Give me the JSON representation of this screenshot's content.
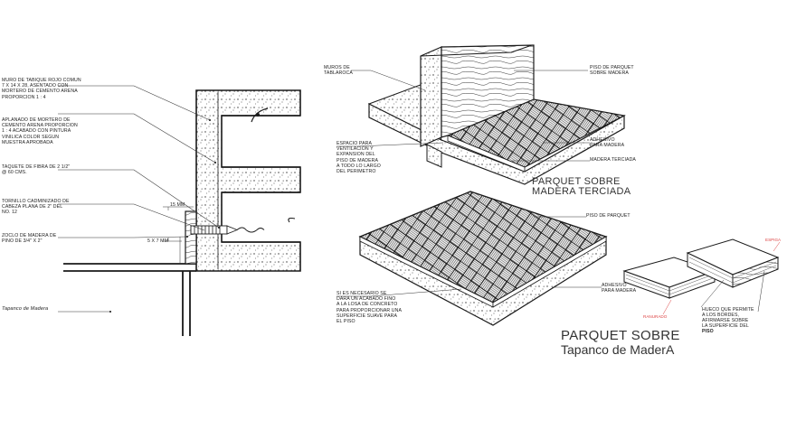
{
  "left_detail": {
    "labels": [
      "MURO DE TABIQUE ROJO COMUN\n7 X 14 X 28, ASENTADO CON\nMORTERO DE CEMENTO ARENA\nPROPORCION 1 : 4",
      "APLANADO DE MORTERO DE\nCEMENTO ARENA PROPORCION\n1 : 4 ACABADO CON PINTURA\nVINILICA COLOR SEGUN\nMUESTRA APROBADA",
      "TAQUETE DE FIBRA DE 2 1/2\"\n@ 60 CMS.",
      "TORNILLO CADMINIZADO DE\nCABEZA PLANA DE 2\" DEL\nNo. 12",
      "ZOCLO DE MADERA DE\nPINO DE 3/4\" x 2\"",
      "Tapanco de Madera"
    ],
    "dim_top": "15 mm",
    "dim_side": "5 X 7 mm"
  },
  "top_iso": {
    "labels": [
      "MUROS DE\nTABLAROCA",
      "PISO DE PARQUET\nSOBRE MADERA",
      "ESPACIO PARA\nVENTILACION Y\nEXPANSION DEL\nPISO DE MADERA\nA TODO LO LARGO\nDEL PERIMETRO",
      "ADHESIVO\nPARA MADERA",
      "MADERA TERCIADA"
    ],
    "title_line1": "PARQUET SOBRE",
    "title_line2": "MADERA TERCIADA"
  },
  "bottom_iso": {
    "labels": [
      "PISO DE PARQUET",
      "SI ES NECESARIO SE\nDARA UN ACABADO FINO\nA LA LOSA DE CONCRETO\nPARA PROPORCIONAR UNA\nSUPERFICIE SUAVE PARA\nEL PISO",
      "ADHESIVO\nPARA MADERA"
    ],
    "title_line1": "PARQUET SOBRE",
    "title_line2": "Tapanco de MaderA"
  },
  "tongue_groove": {
    "label_espiga": "ESPIGA",
    "label_ranurado": "RANURADO",
    "note_lines": [
      "HUECO QUE PERMITE",
      "A LOS BORDES,",
      "AFIRMARSE SOBRE",
      "LA SUPERFICIE DEL"
    ],
    "note_bold": "PISO"
  },
  "colors": {
    "line": "#1a1a1a",
    "leader": "#333333",
    "red_label": "#dd4444",
    "hatch": "#555555"
  }
}
